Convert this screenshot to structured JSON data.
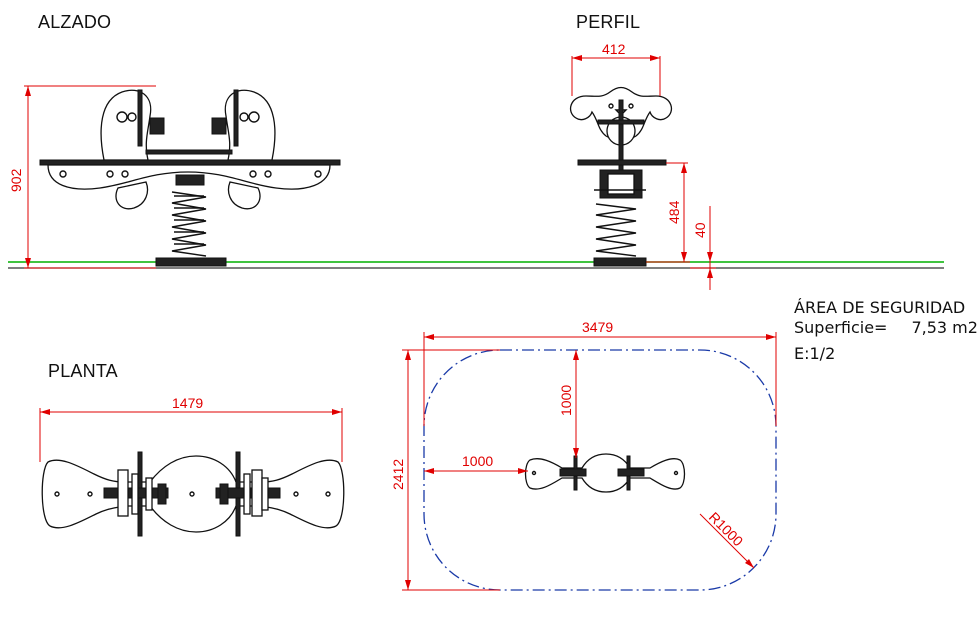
{
  "titles": {
    "elevation": "ALZADO",
    "profile": "PERFIL",
    "plan": "PLANTA"
  },
  "safety_area": {
    "title": "ÁREA DE SEGURIDAD",
    "surface_label": "Superficie=",
    "surface_value": "7,53 m2",
    "scale": "E:1/2"
  },
  "dimensions": {
    "elevation_height": "902",
    "profile_width": "412",
    "profile_seat_height": "484",
    "profile_ground_offset": "40",
    "plan_length": "1479",
    "area_length": "3479",
    "area_width": "2412",
    "area_inner_vertical": "1000",
    "area_inner_horizontal": "1000",
    "area_radius": "R1000"
  },
  "colors": {
    "dimension": "#e00000",
    "ground": "#00b000",
    "safety_outline": "#1a3aa8",
    "drawing": "#111111"
  }
}
